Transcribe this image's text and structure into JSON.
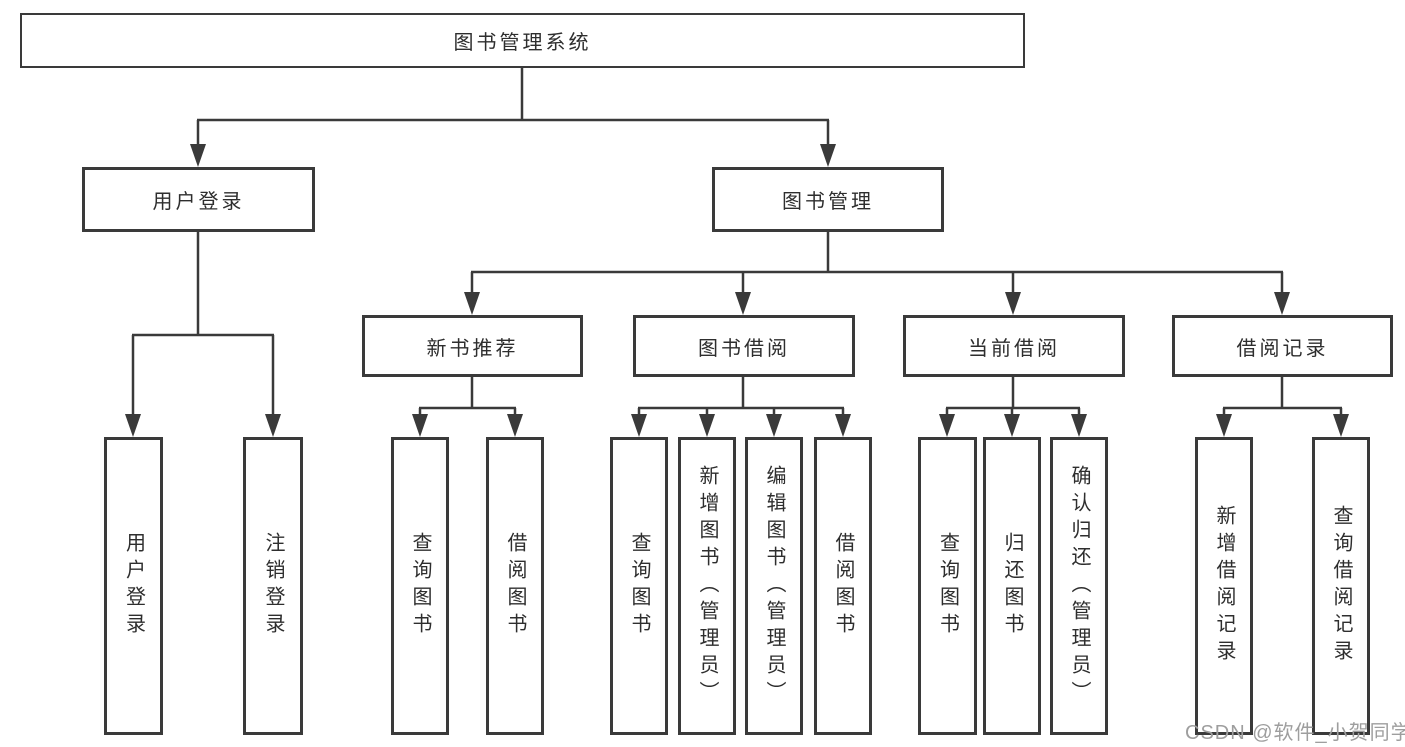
{
  "watermark": {
    "text": "CSDN @软件_小贺同学"
  },
  "tree": {
    "root": {
      "label": "图书管理系统",
      "children": [
        {
          "label": "用户登录",
          "children": [
            {
              "label": "用户登录"
            },
            {
              "label": "注销登录"
            }
          ]
        },
        {
          "label": "图书管理",
          "children": [
            {
              "label": "新书推荐",
              "children": [
                {
                  "label": "查询图书"
                },
                {
                  "label": "借阅图书"
                }
              ]
            },
            {
              "label": "图书借阅",
              "children": [
                {
                  "label": "查询图书"
                },
                {
                  "label": "新增图书（管理员）"
                },
                {
                  "label": "编辑图书（管理员）"
                },
                {
                  "label": "借阅图书"
                }
              ]
            },
            {
              "label": "当前借阅",
              "children": [
                {
                  "label": "查询图书"
                },
                {
                  "label": "归还图书"
                },
                {
                  "label": "确认归还（管理员）"
                }
              ]
            },
            {
              "label": "借阅记录",
              "children": [
                {
                  "label": "新增借阅记录"
                },
                {
                  "label": "查询借阅记录"
                }
              ]
            }
          ]
        }
      ]
    }
  }
}
